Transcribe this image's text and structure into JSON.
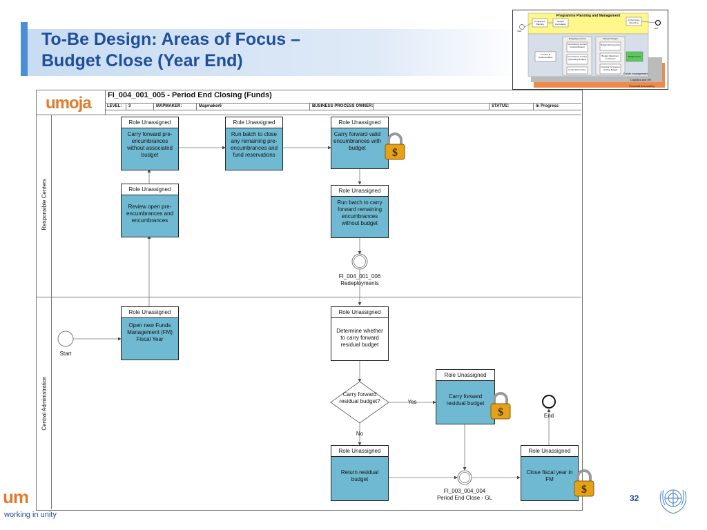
{
  "slide": {
    "title_line1": "To-Be Design: Areas of Focus –",
    "title_line2": "Budget Close (Year End)",
    "page_number": "32",
    "footer_logo": "um",
    "footer_tagline": "working in unity"
  },
  "header": {
    "logo": "umoja",
    "process_title": "FI_004_001_005 - Period End Closing (Funds)",
    "level_label": "LEVEL:",
    "level_value": "3",
    "mapmaker_label": "MAPMAKER:",
    "mapmaker_value": "Mapmaker6",
    "owner_label": "BUSINESS PROCESS OWNER:",
    "status_label": "STATUS:",
    "status_value": "In Progress"
  },
  "lanes": {
    "responsible": "Responsible Centers",
    "central": "Central Administration"
  },
  "role": "Role Unassigned",
  "tasks": {
    "t1": "Carry forward pre-encumbrances without associated budget",
    "t2": "Run batch to close any remaining pre-encumbrances and fund reservations",
    "t3": "Carry forward valid encumbrances with budget",
    "t4": "Review open pre-encumbrances and encumbrances",
    "t5": "Run batch to carry forward remaining encumbrances without budget",
    "t6": "Open new Funds Management (FM) Fiscal Year",
    "t7": "Determine whether to carry forward residual budget",
    "t8": "Carry forward residual budget",
    "t9": "Return residual budget",
    "t10": "Close fiscal year in FM"
  },
  "events": {
    "start": "Start",
    "end": "End",
    "redeploy_id": "FI_004_001_006",
    "redeploy_name": "Redeployments",
    "glclose_id": "FI_003_004_004",
    "glclose_name": "Period End Close - GL"
  },
  "decision": {
    "question": "Carry forward residual budget?",
    "yes": "Yes",
    "no": "No"
  },
  "mini_map": {
    "top_title": "Programme Planning and Management",
    "start": "Start",
    "end": "End",
    "prog_planning": "Programme Planning",
    "budget_formulation": "Budget Formulation",
    "perf_reporting": "Performance Reporting",
    "budgetary_control": "Budgetary Control",
    "maintain_budget": "Maintain Budget",
    "commitment": "Commitment Control (Capital Budget)",
    "transfer": "Transfer to Implementation",
    "commitment_op": "Commitment Control (Operating Budget)",
    "funds_res": "Funds Reservation",
    "budget_reprod": "Budget Reproduction",
    "budget_adjust": "Budget Adjustment and Return",
    "financial_fc": "Financial Forecast & Holding Budget",
    "budget_close": "Budget Close",
    "funds_mgmt": "Funds management",
    "logistics": "Logistics and HR",
    "fin_accounting": "Financial Accounting"
  }
}
